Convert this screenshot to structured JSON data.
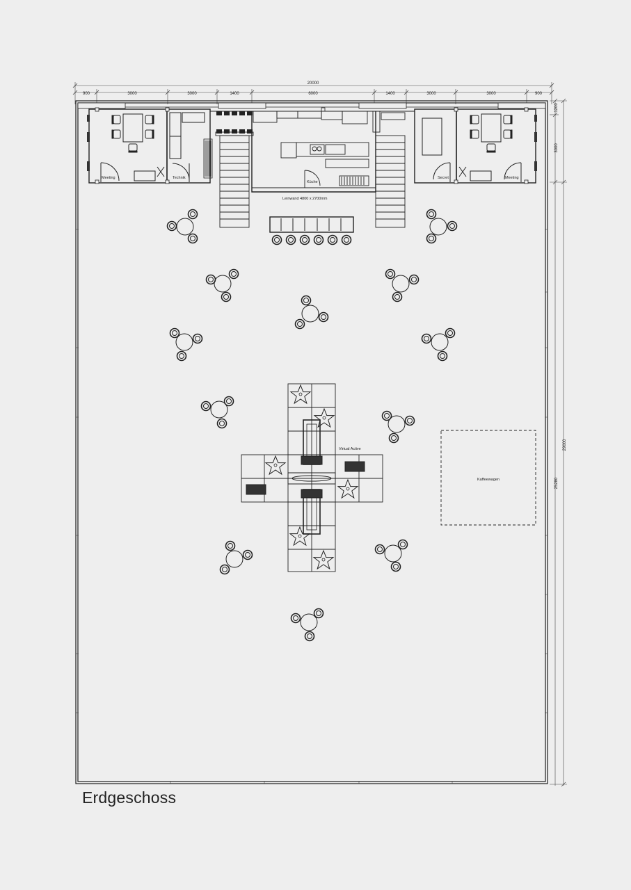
{
  "caption": "Erdgeschoss",
  "dimensions": {
    "total_width": "20000",
    "top_segments": [
      "900",
      "3000",
      "3000",
      "1400",
      "6000",
      "1400",
      "3000",
      "3000",
      "900"
    ],
    "right_top": "1200",
    "right_band": "3000",
    "right_total": "29000",
    "left_inner": "25280"
  },
  "rooms": {
    "meeting_left": "Meeting",
    "technik": "Technik",
    "kueche": "Küche",
    "secret": "Secret",
    "meeting_right": "Meeting"
  },
  "labels": {
    "screen": "Leinwand 4800 x 2700mm",
    "virtual_active": "Virtual Active",
    "kaffeewagen": "Kaffeewagen"
  }
}
